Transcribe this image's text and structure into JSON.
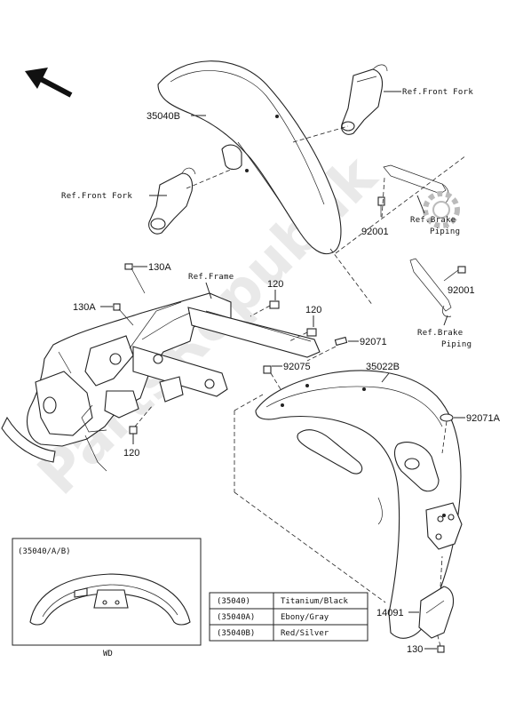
{
  "watermark": "PartsRepublik",
  "labels": {
    "p35040B": "35040B",
    "ref_front_fork_right": "Ref.Front Fork",
    "ref_front_fork_left": "Ref.Front Fork",
    "ref_brake_piping_1_a": "Ref.Brake",
    "ref_brake_piping_1_b": "Piping",
    "ref_brake_piping_2_a": "Ref.Brake",
    "ref_brake_piping_2_b": "Piping",
    "p92001_left": "92001",
    "p92001_right": "92001",
    "p130A_top": "130A",
    "p130A_left": "130A",
    "ref_frame": "Ref.Frame",
    "p120_top": "120",
    "p120_mid": "120",
    "p120_bottom": "120",
    "p92071": "92071",
    "p92075": "92075",
    "p35022B": "35022B",
    "p92071A": "92071A",
    "p14091": "14091",
    "p130": "130"
  },
  "inset": {
    "title": "(35040/A/B)",
    "caption": "WD"
  },
  "color_table": [
    {
      "code": "(35040)",
      "color": "Titanium/Black"
    },
    {
      "code": "(35040A)",
      "color": "Ebony/Gray"
    },
    {
      "code": "(35040B)",
      "color": "Red/Silver"
    }
  ]
}
